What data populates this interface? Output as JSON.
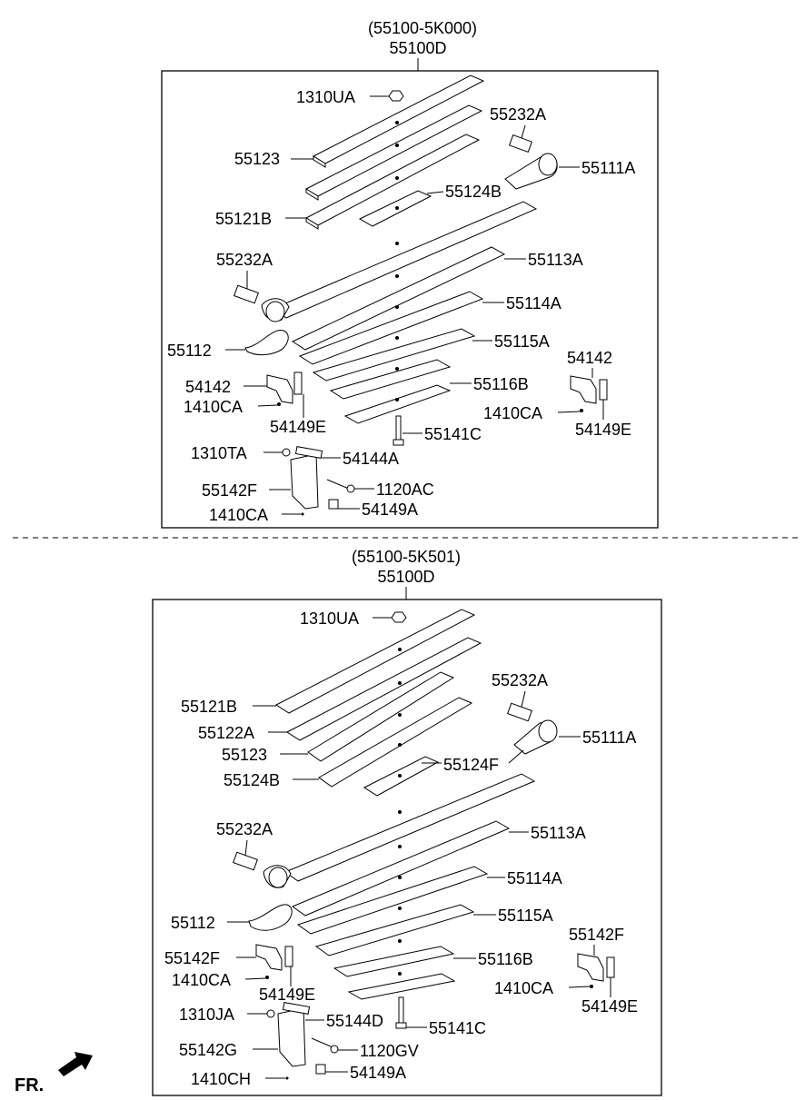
{
  "assemblies": [
    {
      "model_code": "(55100-5K000)",
      "assembly_code": "55100D",
      "labels": {
        "nut_top": "1310UA",
        "leaf_55123": "55123",
        "leaf_55121b": "55121B",
        "spacer_55124": "55124B",
        "bushing_right": "55232A",
        "eye_right": "55111A",
        "bushing_left": "55232A",
        "main_leaf_113": "55113A",
        "shackle_55112": "55112",
        "leaf_114": "55114A",
        "leaf_115": "55115A",
        "leaf_116": "55116B",
        "clip_left": "54142",
        "clip_left_rivet": "1410CA",
        "clip_left_bolt": "54149E",
        "clip_right": "54142",
        "clip_right_rivet": "1410CA",
        "clip_right_bolt": "54149E",
        "center_bolt": "55141C",
        "nut_bottom": "1310TA",
        "pin": "54144A",
        "bracket": "55142F",
        "bolt": "1120AC",
        "washer": "54149A",
        "rivet_bottom": "1410CA"
      }
    },
    {
      "model_code": "(55100-5K501)",
      "assembly_code": "55100D",
      "labels": {
        "nut_top": "1310UA",
        "leaf_55121b": "55121B",
        "leaf_55122a": "55122A",
        "leaf_55123": "55123",
        "leaf_55124b": "55124B",
        "spacer_55124": "55124F",
        "bushing_right": "55232A",
        "eye_right": "55111A",
        "bushing_left": "55232A",
        "main_leaf_113": "55113A",
        "leaf_114": "55114A",
        "shackle_55112": "55112",
        "leaf_115": "55115A",
        "leaf_116": "55116B",
        "clip_left": "55142F",
        "clip_left_rivet": "1410CA",
        "clip_left_bolt": "54149E",
        "clip_right": "55142F",
        "clip_right_rivet": "1410CA",
        "clip_right_bolt": "54149E",
        "center_bolt": "55141C",
        "nut_bottom": "1310JA",
        "pin": "55144D",
        "bracket": "55142G",
        "bolt": "1120GV",
        "washer": "54149A",
        "rivet_bottom": "1410CH"
      }
    }
  ],
  "front_indicator": "FR."
}
